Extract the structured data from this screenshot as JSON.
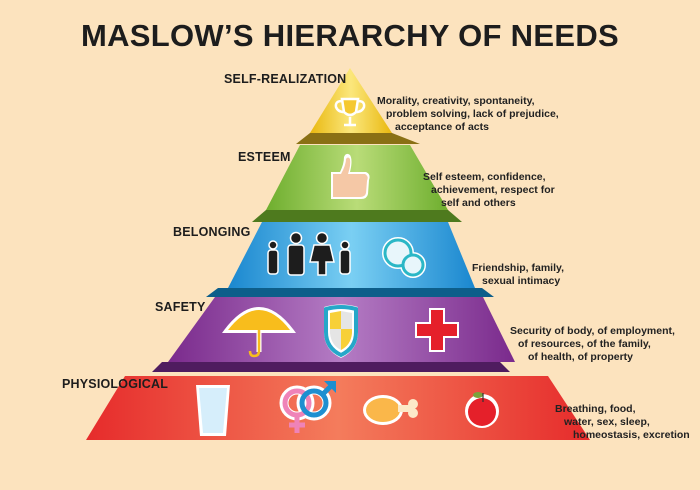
{
  "title": "MASLOW’S HIERARCHY OF NEEDS",
  "colors": {
    "background": "#FCE3BE",
    "self_realization": "#F2CF1F",
    "esteem": "#8DC44A",
    "belonging": "#2BA3DF",
    "safety": "#8E3D9C",
    "physiological": "#EC4A3C"
  },
  "levels": [
    {
      "label": "SELF-REALIZATION",
      "description": [
        "Morality, creativity, spontaneity,",
        "problem solving, lack of prejudice,",
        "acceptance of acts"
      ],
      "icons": [
        "trophy-icon"
      ]
    },
    {
      "label": "ESTEEM",
      "description": [
        "Self esteem, confidence,",
        "achievement, respect for",
        "self and others"
      ],
      "icons": [
        "thumbs-up-icon"
      ]
    },
    {
      "label": "BELONGING",
      "description": [
        "Friendship, family,",
        "sexual intimacy"
      ],
      "icons": [
        "family-icon",
        "chat-bubbles-icon"
      ]
    },
    {
      "label": "SAFETY",
      "description": [
        "Security of body, of employment,",
        "of resources, of the family,",
        "of health, of property"
      ],
      "icons": [
        "umbrella-icon",
        "shield-icon",
        "medical-cross-icon"
      ]
    },
    {
      "label": "PHYSIOLOGICAL",
      "description": [
        "Breathing, food,",
        "water, sex, sleep,",
        "homeostasis, excretion"
      ],
      "icons": [
        "water-glass-icon",
        "gender-symbols-icon",
        "chicken-leg-icon",
        "apple-icon"
      ]
    }
  ]
}
